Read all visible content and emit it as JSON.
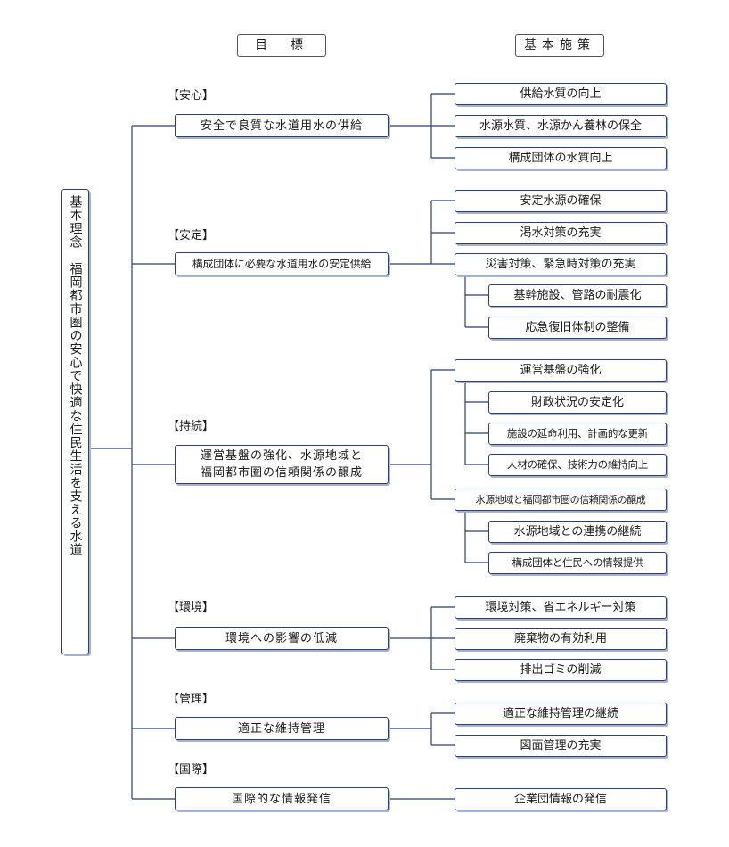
{
  "headers": {
    "goal": "目　標",
    "policy": "基本施策"
  },
  "philosophy": "基本理念　福岡都市圏の安心で快適な住民生活を支える水道",
  "categories": {
    "anshin": "【安心】",
    "antei": "【安定】",
    "jizoku": "【持続】",
    "kankyo": "【環境】",
    "kanri": "【管理】",
    "kokusai": "【国際】"
  },
  "goals": {
    "anshin": "安全で良質な水道用水の供給",
    "antei": "構成団体に必要な水道用水の安定供給",
    "jizoku_line1": "運営基盤の強化、水源地域と",
    "jizoku_line2": "福岡都市圏の信頼関係の醸成",
    "kankyo": "環境への影響の低減",
    "kanri": "適正な維持管理",
    "kokusai": "国際的な情報発信"
  },
  "policies": {
    "p1": "供給水質の向上",
    "p2": "水源水質、水源かん養林の保全",
    "p3": "構成団体の水質向上",
    "p4": "安定水源の確保",
    "p5": "渇水対策の充実",
    "p6": "災害対策、緊急時対策の充実",
    "p6a": "基幹施設、管路の耐震化",
    "p6b": "応急復旧体制の整備",
    "p7": "運営基盤の強化",
    "p7a": "財政状況の安定化",
    "p7b": "施設の延命利用、計画的な更新",
    "p7c": "人材の確保、技術力の維持向上",
    "p8": "水源地域と福岡都市圏の信頼関係の醸成",
    "p8a": "水源地域との連携の継続",
    "p8b": "構成団体と住民への情報提供",
    "p9": "環境対策、省エネルギー対策",
    "p10": "廃棄物の有効利用",
    "p11": "排出ゴミの削減",
    "p12": "適正な維持管理の継続",
    "p13": "図面管理の充実",
    "p14": "企業団情報の発信"
  }
}
